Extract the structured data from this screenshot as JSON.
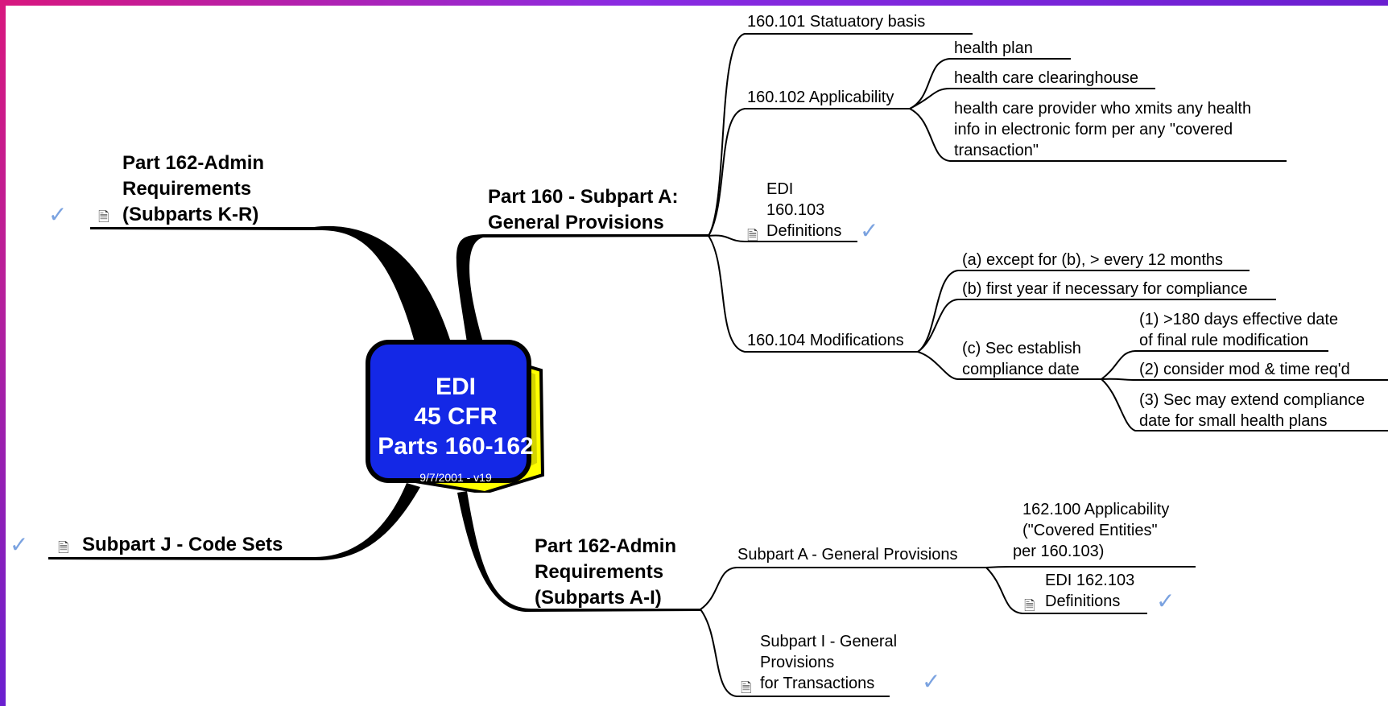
{
  "colors": {
    "frame_start": "#d8177e",
    "frame_end": "#6a1fd0",
    "center_fill": "#1428e6",
    "center_side": "#ffff00"
  },
  "center": {
    "line1": "EDI",
    "line2": "45 CFR",
    "line3": "Parts 160-162",
    "date": "9/7/2001 - v19"
  },
  "part160": {
    "title1": "Part 160 - Subpart A:",
    "title2": "General Provisions",
    "s101": "160.101 Statuatory basis",
    "s102": "160.102 Applicability",
    "s102_items": [
      "health plan",
      "health care clearinghouse"
    ],
    "s102_provider": [
      "health care provider who xmits any health",
      "info in electronic form per any \"covered",
      "transaction\""
    ],
    "s103": [
      "EDI",
      "160.103",
      "Definitions"
    ],
    "s104": "160.104 Modifications",
    "s104_a": "(a) except for (b), > every 12 months",
    "s104_b": "(b) first year if necessary for compliance",
    "s104_c": [
      "(c) Sec establish",
      "compliance date"
    ],
    "s104_c1": [
      "(1) >180 days effective date",
      "of final rule modification"
    ],
    "s104_c2": "(2) consider mod & time req'd",
    "s104_c3": [
      "(3) Sec may extend compliance",
      " date for small health plans"
    ]
  },
  "part162": {
    "title1": "Part 162-Admin",
    "title2": "Requirements",
    "title3": "(Subparts A-I)",
    "subA": "Subpart A - General Provisions",
    "s100": [
      "162.100 Applicability",
      " (\"Covered Entities\"",
      "per 160.103)"
    ],
    "s103": [
      "EDI 162.103",
      "Definitions"
    ],
    "subI": [
      "Subpart I - General",
      "Provisions",
      "for Transactions"
    ]
  },
  "part162_kr": {
    "title1": "Part 162-Admin",
    "title2": "Requirements",
    "title3": "(Subparts K-R)"
  },
  "subpart_j": "Subpart J - Code Sets",
  "icons": {
    "note": "note-icon",
    "link": "hyperlink-arrow-icon"
  }
}
